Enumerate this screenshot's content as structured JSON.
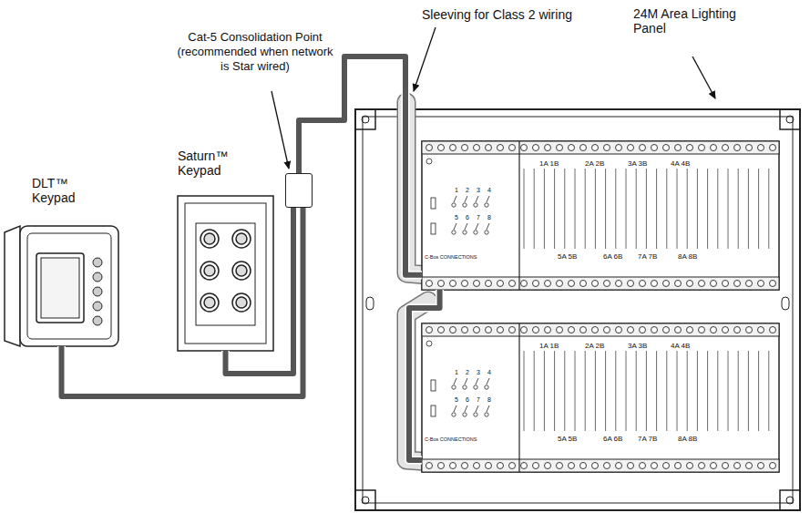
{
  "diagram": {
    "nodes": [
      {
        "text": [
          "DLT™ Keypad"
        ]
      },
      {
        "text": [
          "Saturn™ Keypad"
        ]
      },
      {
        "text": [
          "Cat-5 Consolidation Point (recommended when network is Star wired)"
        ]
      },
      {
        "text": [
          "24M Area Lighting Panel"
        ]
      },
      {
        "text": [
          "1A 1B",
          "2A 2B",
          "3A 3B",
          "4A 4B",
          "5A 5B",
          "6A 6B",
          "7A 7B",
          "8A 8B",
          "C-Bus CONNECTIONS",
          "1",
          "2",
          "3",
          "4",
          "5",
          "6",
          "7",
          "8"
        ],
        "in": 3
      },
      {
        "text": [
          "1A 1B",
          "2A 2B",
          "3A 3B",
          "4A 4B",
          "5A 5B",
          "6A 6B",
          "7A 7B",
          "8A 8B",
          "C-Bus CONNECTIONS",
          "1",
          "2",
          "3",
          "4",
          "5",
          "6",
          "7",
          "8"
        ],
        "in": 3
      }
    ],
    "edges": [
      {
        "from": 0,
        "to": 2,
        "arrow": "none"
      },
      {
        "from": 1,
        "to": 2,
        "arrow": "none"
      },
      {
        "from": 2,
        "to": 4,
        "arrow": "none"
      },
      {
        "from": 4,
        "to": 5,
        "arrow": "none"
      }
    ],
    "labels": [
      "Sleeving for Class 2 wiring"
    ]
  }
}
